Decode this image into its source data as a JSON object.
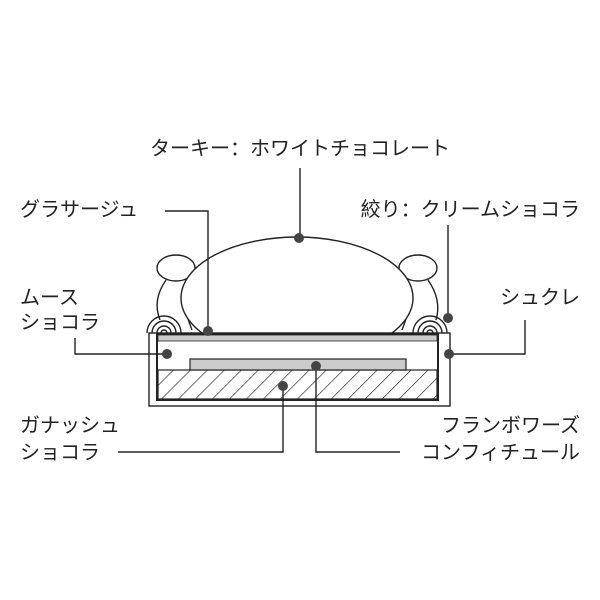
{
  "title": "cake cross-section",
  "labels": {
    "turkey": "ターキー：ホワイトチョコレート",
    "glacage": "グラサージュ",
    "piping": "絞り：クリームショコラ",
    "mousse_line1": "ムース",
    "mousse_line2": "ショコラ",
    "sucree": "シュクレ",
    "ganache_line1": "ガナッシュ",
    "ganache_line2": "ショコラ",
    "confiture_line1": "フランボワーズ",
    "confiture_line2": "コンフィチュール"
  },
  "colors": {
    "line": "#222222",
    "dot": "#444444",
    "glaze": "#cccccc"
  }
}
